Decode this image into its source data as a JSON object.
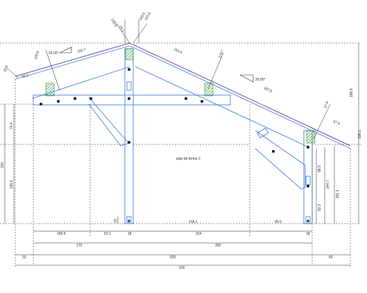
{
  "drawing": {
    "title": "plan de ferme 2",
    "slope_labels": [
      "25.00°",
      "25.00°"
    ],
    "colors": {
      "timber": "#3a7ad9",
      "dimension": "#111111",
      "roof": "#6b3fa0",
      "wood_block": "#2a8a2a"
    },
    "top_dims": {
      "left_rafter": "182.7",
      "ridge_a": "158.6",
      "ridge_b": "163.9",
      "ridge_c": "131.6",
      "ridge_d": "19.1",
      "right_rafter": "159.9",
      "left_small": "129.8",
      "left_end": "61.1",
      "left_tip": "30.4",
      "right_mid": "279.7",
      "right_lower": "207.8",
      "right_small_a": "67.8",
      "right_small_b": "67.8"
    },
    "right_dims": {
      "total_height": "188.8",
      "eave": "336.1",
      "post_h": "151.1",
      "post_inner": "144.7",
      "brace_a": "88.5",
      "brace_b": "53.3"
    },
    "left_dims": {
      "upper": "74.4",
      "lower": "145.6",
      "total": "220",
      "base": "13"
    },
    "bottom_row1": [
      "106.9",
      "63.1",
      "18",
      "218.1",
      "314",
      "95.9",
      "18"
    ],
    "bottom_row2": [
      "170",
      "350"
    ],
    "bottom_row3": [
      "33",
      "520",
      "63"
    ],
    "bottom_total": "616"
  }
}
